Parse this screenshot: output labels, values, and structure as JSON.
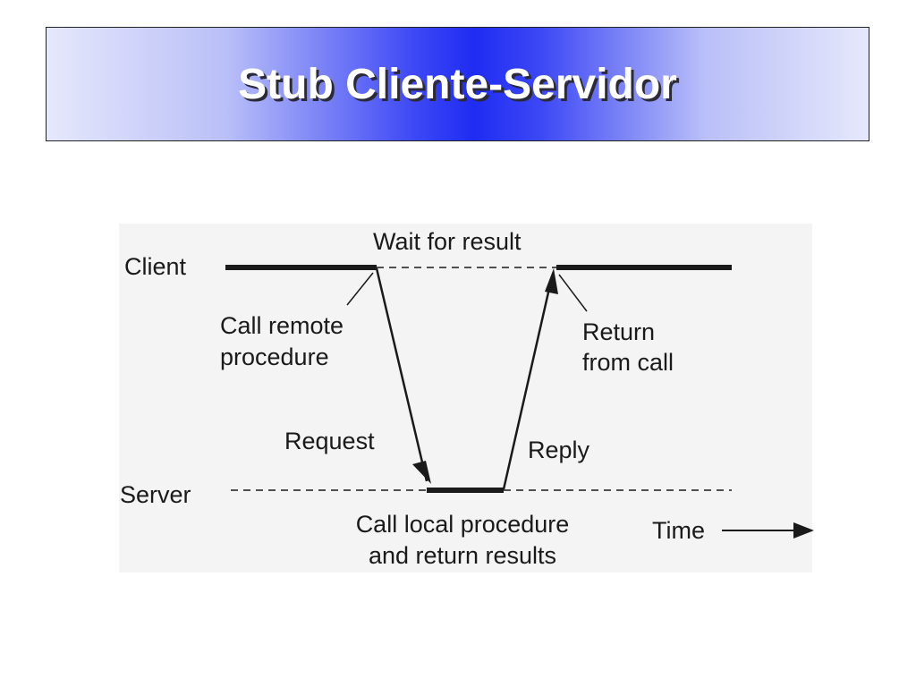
{
  "title": "Stub Cliente-Servidor",
  "diagram": {
    "client_label": "Client",
    "server_label": "Server",
    "wait_label": "Wait for result",
    "call_remote": [
      "Call remote",
      "procedure"
    ],
    "return_from_call": [
      "Return",
      "from call"
    ],
    "request_label": "Request",
    "reply_label": "Reply",
    "call_local": [
      "Call local procedure",
      "and return results"
    ],
    "time_label": "Time"
  }
}
